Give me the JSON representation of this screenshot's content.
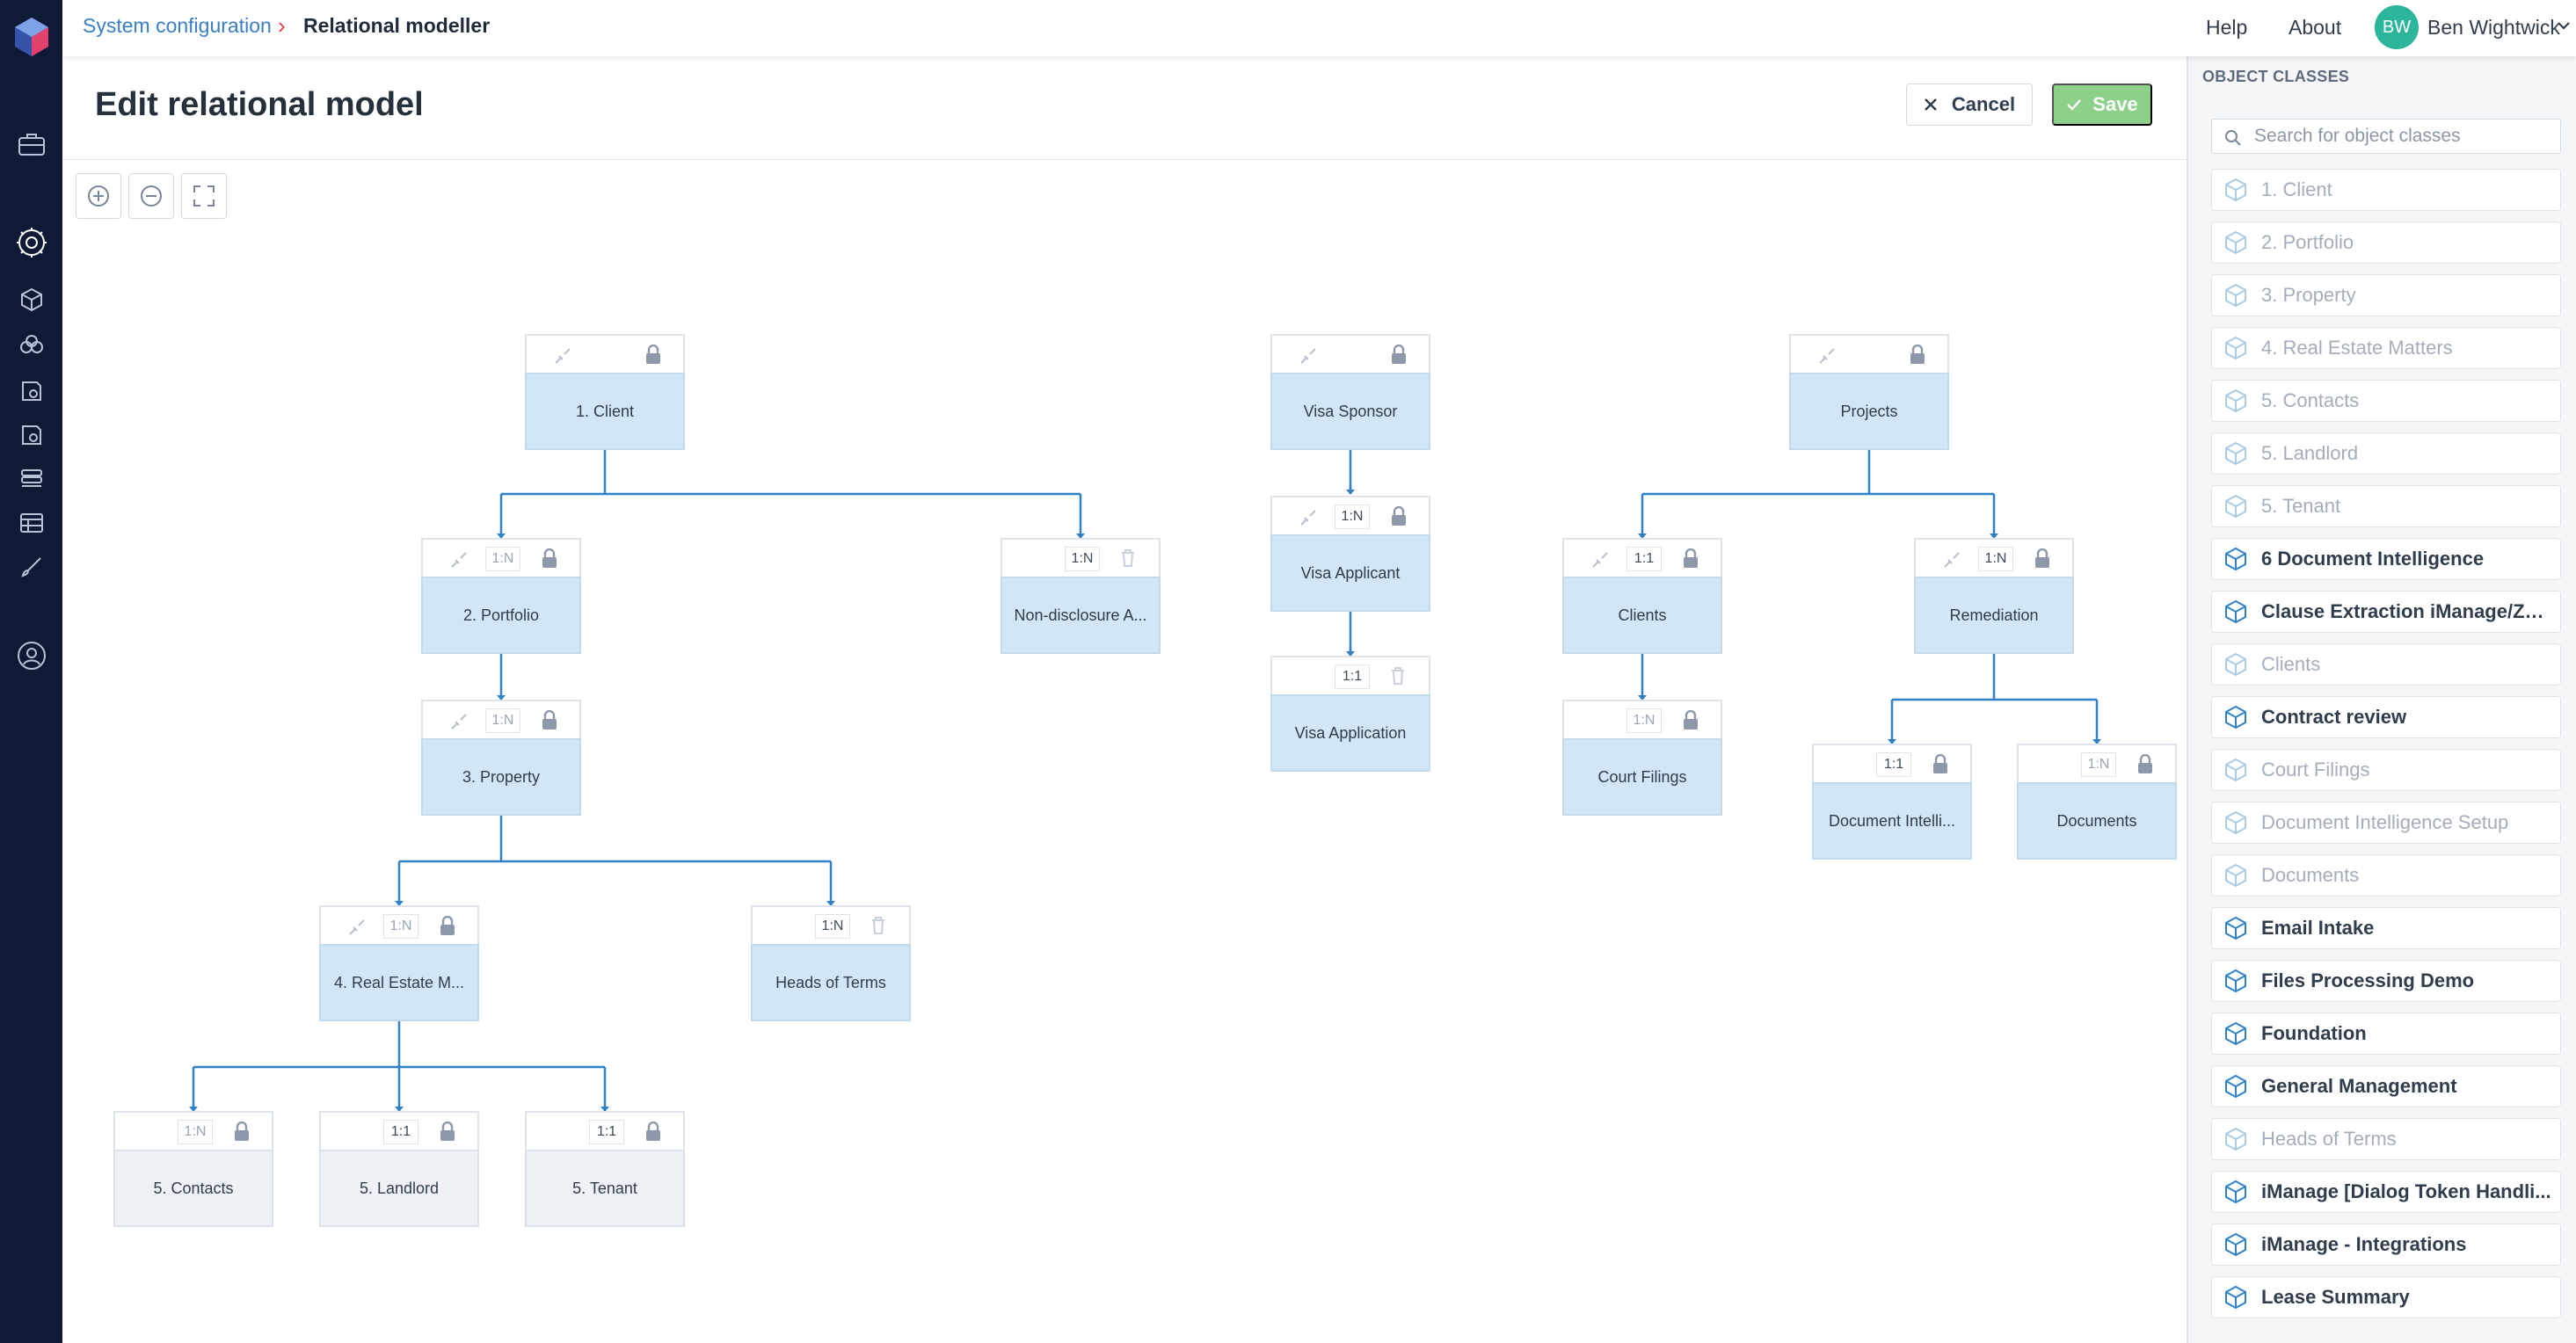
{
  "breadcrumb": {
    "parent": "System configuration",
    "separator": "›",
    "current": "Relational modeller"
  },
  "topnav": {
    "help": "Help",
    "about": "About",
    "user_initials": "BW",
    "user_name": "Ben Wightwick"
  },
  "header": {
    "title": "Edit relational model",
    "cancel_label": "Cancel",
    "save_label": "Save"
  },
  "leftnav_icons": [
    "logo-cube-icon",
    "briefcase-icon",
    "gear-icon",
    "cube-icon",
    "cubes-icon",
    "workflow-icon",
    "workflow-alt-icon",
    "layers-icon",
    "table-icon",
    "brush-icon",
    "user-circle-icon"
  ],
  "canvas": {
    "toolbar": [
      "zoom-in-icon",
      "zoom-out-icon",
      "fit-screen-icon"
    ],
    "nodes": {
      "client": {
        "label": "1. Client"
      },
      "portfolio": {
        "label": "2. Portfolio",
        "cardinality": "1:N"
      },
      "nda": {
        "label": "Non-disclosure A...",
        "cardinality": "1:N"
      },
      "property": {
        "label": "3. Property",
        "cardinality": "1:N"
      },
      "rem": {
        "label": "4. Real Estate M...",
        "cardinality": "1:N"
      },
      "hot": {
        "label": "Heads of Terms",
        "cardinality": "1:N"
      },
      "contacts": {
        "label": "5. Contacts",
        "cardinality": "1:N"
      },
      "landlord": {
        "label": "5. Landlord",
        "cardinality": "1:1"
      },
      "tenant": {
        "label": "5. Tenant",
        "cardinality": "1:1"
      },
      "visa_sponsor": {
        "label": "Visa Sponsor"
      },
      "visa_applicant": {
        "label": "Visa Applicant",
        "cardinality": "1:N"
      },
      "visa_application": {
        "label": "Visa Application",
        "cardinality": "1:1"
      },
      "projects": {
        "label": "Projects"
      },
      "clients": {
        "label": "Clients",
        "cardinality": "1:1"
      },
      "court_filings": {
        "label": "Court Filings",
        "cardinality": "1:N"
      },
      "remediation": {
        "label": "Remediation",
        "cardinality": "1:N"
      },
      "doc_intel": {
        "label": "Document Intelli...",
        "cardinality": "1:1"
      },
      "documents": {
        "label": "Documents",
        "cardinality": "1:N"
      }
    }
  },
  "sidebar": {
    "title": "OBJECT CLASSES",
    "search_placeholder": "Search for object classes",
    "items": [
      {
        "label": "1. Client",
        "dim": true
      },
      {
        "label": "2. Portfolio",
        "dim": true
      },
      {
        "label": "3. Property",
        "dim": true
      },
      {
        "label": "4. Real Estate Matters",
        "dim": true
      },
      {
        "label": "5. Contacts",
        "dim": true
      },
      {
        "label": "5. Landlord",
        "dim": true
      },
      {
        "label": "5. Tenant",
        "dim": true
      },
      {
        "label": "6 Document Intelligence",
        "dim": false
      },
      {
        "label": "Clause Extraction iManage/Zu...",
        "dim": false
      },
      {
        "label": "Clients",
        "dim": true
      },
      {
        "label": "Contract review",
        "dim": false
      },
      {
        "label": "Court Filings",
        "dim": true
      },
      {
        "label": "Document Intelligence Setup",
        "dim": true
      },
      {
        "label": "Documents",
        "dim": true
      },
      {
        "label": "Email Intake",
        "dim": false
      },
      {
        "label": "Files Processing Demo",
        "dim": false
      },
      {
        "label": "Foundation",
        "dim": false
      },
      {
        "label": "General Management",
        "dim": false
      },
      {
        "label": "Heads of Terms",
        "dim": true
      },
      {
        "label": "iManage [Dialog Token Handli...",
        "dim": false
      },
      {
        "label": "iManage - Integrations",
        "dim": false
      },
      {
        "label": "Lease Summary",
        "dim": false
      }
    ]
  }
}
